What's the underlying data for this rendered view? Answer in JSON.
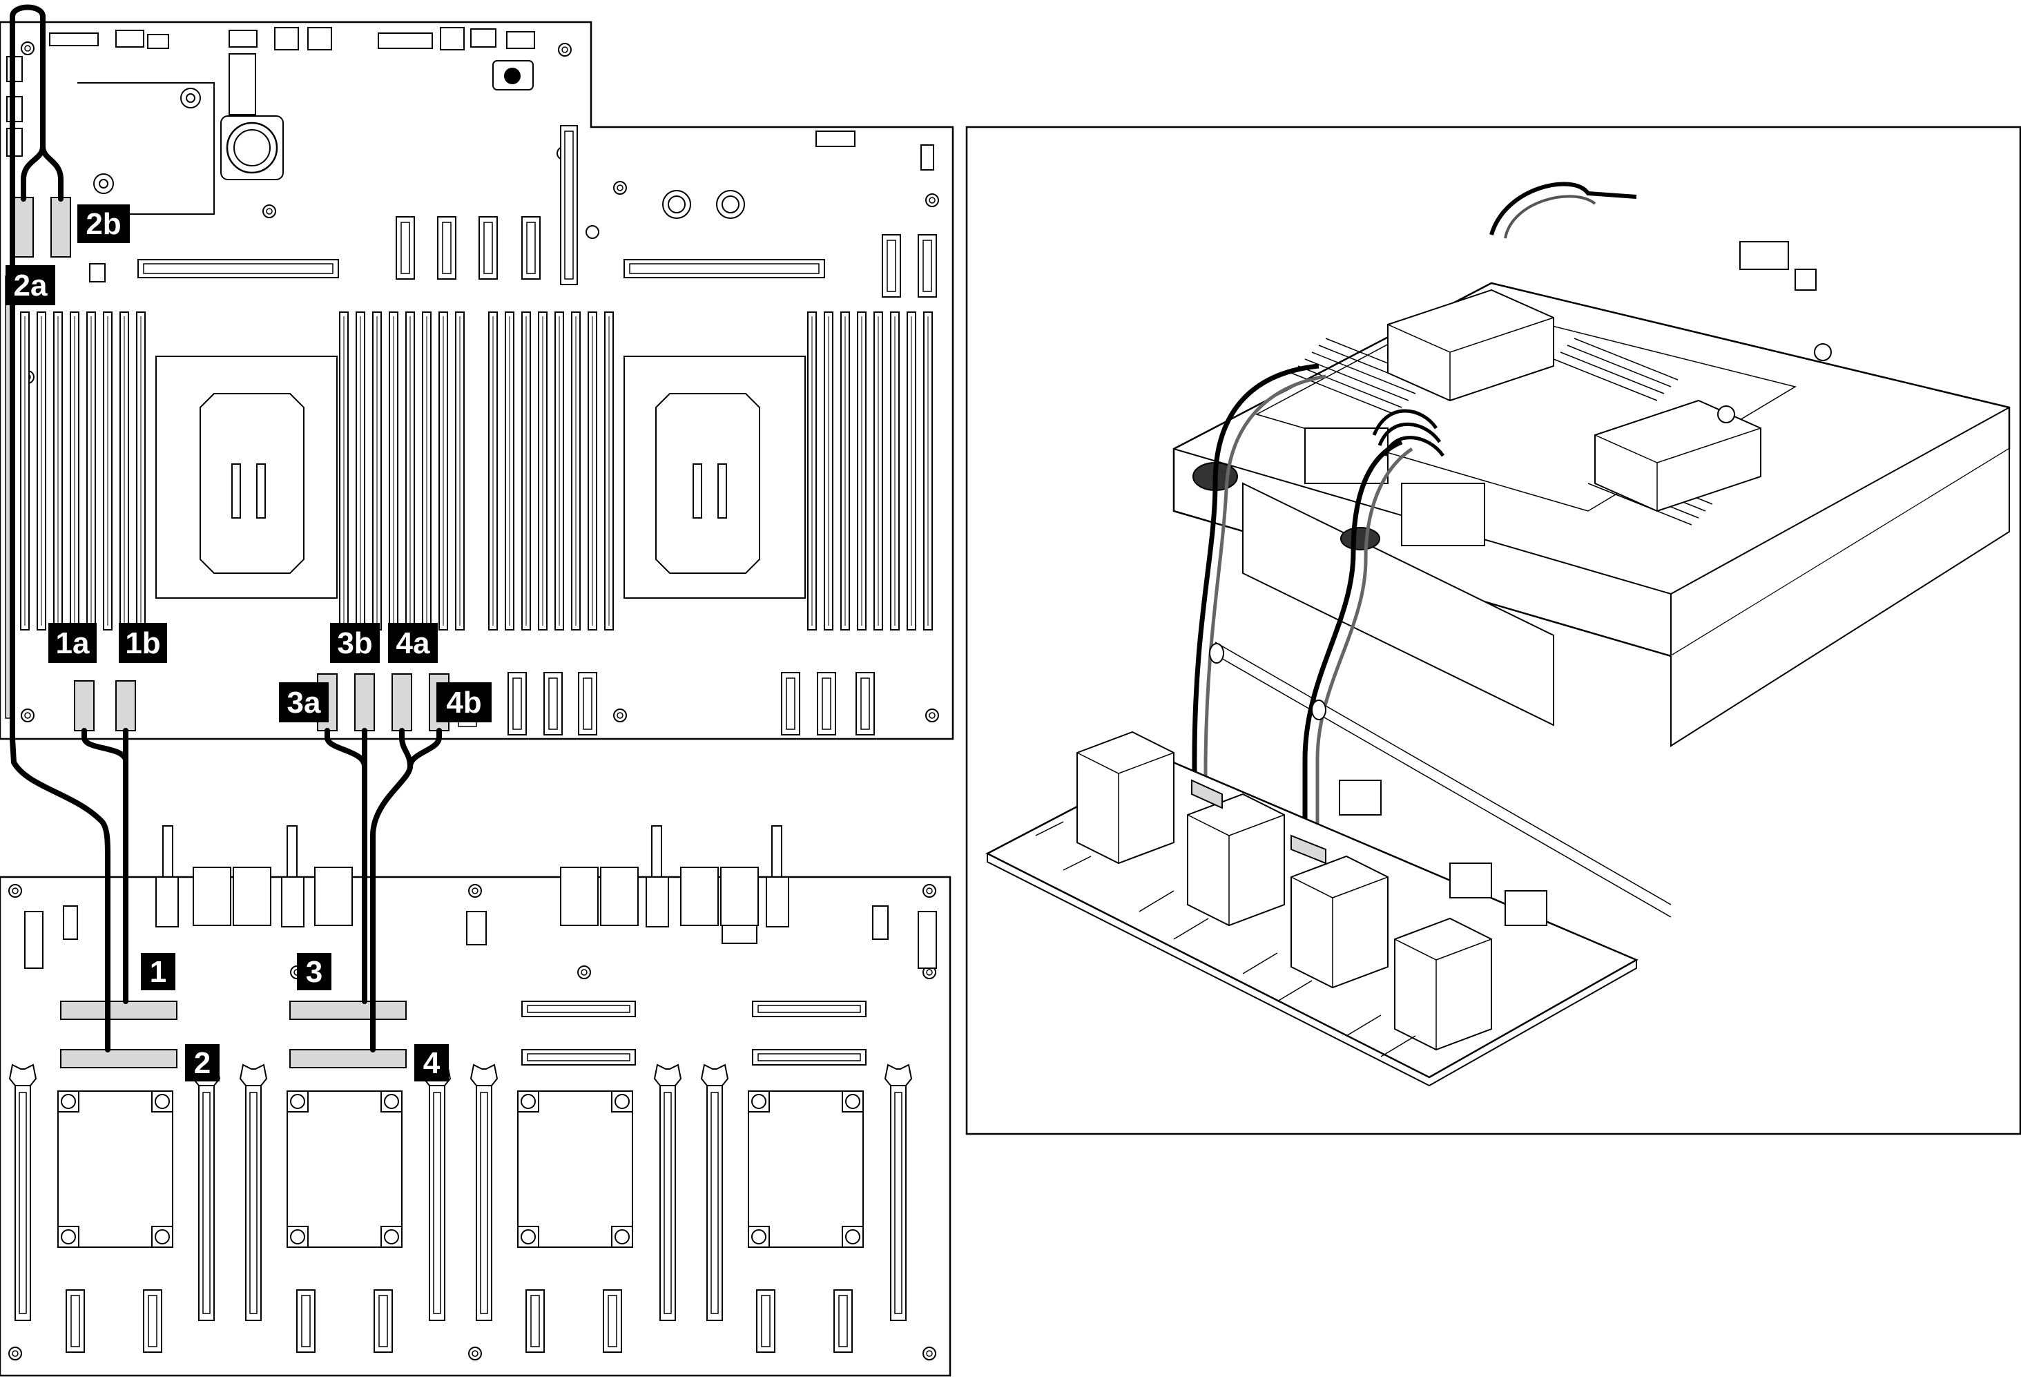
{
  "diagram": {
    "callouts": {
      "c1a": "1a",
      "c1b": "1b",
      "c2a": "2a",
      "c2b": "2b",
      "c3a": "3a",
      "c3b": "3b",
      "c4a": "4a",
      "c4b": "4b",
      "c1": "1",
      "c2": "2",
      "c3": "3",
      "c4": "4"
    },
    "colors": {
      "line": "#000000",
      "board": "#ffffff",
      "connector_fill": "#d9d9d9",
      "cable": "#111111",
      "callout_bg": "#000000",
      "callout_text": "#ffffff"
    }
  }
}
